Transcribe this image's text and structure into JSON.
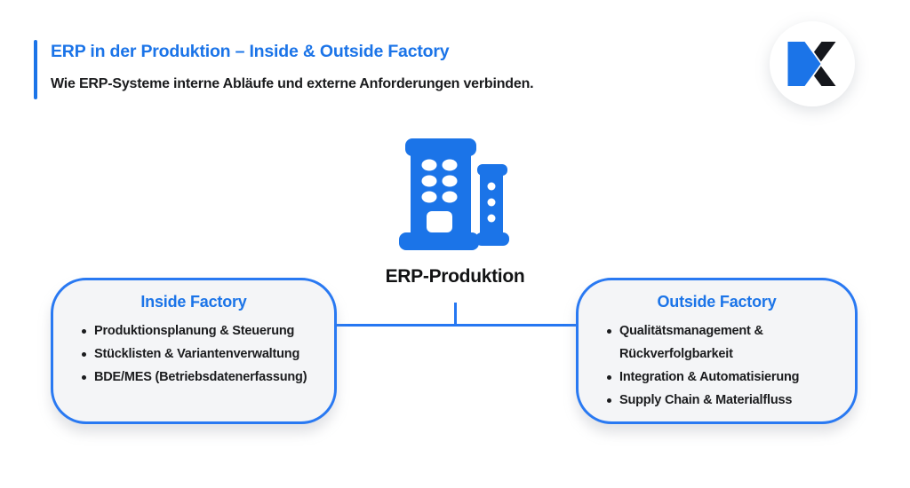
{
  "header": {
    "title": "ERP in der Produktion – Inside & Outside Factory",
    "subtitle": "Wie ERP-Systeme interne Abläufe und externe Anforderungen verbinden."
  },
  "logo": {
    "icon": "x-mark",
    "blue": "#1b74e8",
    "black": "#15171c"
  },
  "diagram": {
    "center_icon": "factory-building",
    "center_label": "ERP-Produktion",
    "boxes": [
      {
        "id": "inside-factory",
        "title": "Inside Factory",
        "items": [
          "Produktionsplanung & Steuerung",
          "Stücklisten & Variantenverwaltung",
          "BDE/MES (Betriebsdatenerfassung)"
        ]
      },
      {
        "id": "outside-factory",
        "title": "Outside Factory",
        "items": [
          "Qualitätsmanagement & Rückverfolgbarkeit",
          "Integration & Automatisierung",
          "Supply Chain & Materialfluss"
        ]
      }
    ]
  },
  "colors": {
    "accent_blue": "#1b74e8",
    "connector_blue": "#2577f2",
    "border_blue": "#2979f2",
    "text_dark": "#1b1c1e",
    "box_background": "#f4f5f7",
    "page_background": "#ffffff"
  }
}
